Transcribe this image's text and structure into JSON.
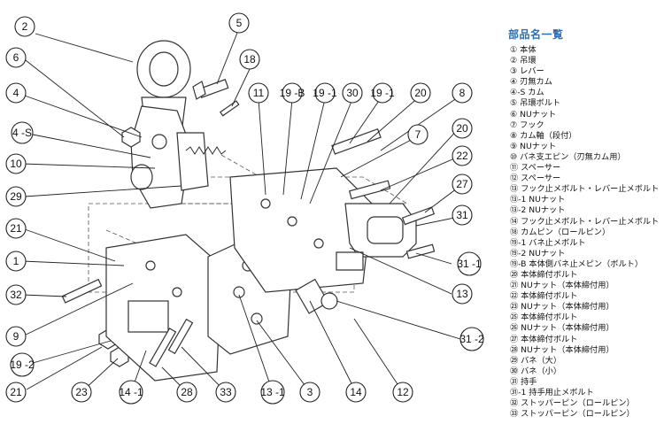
{
  "parts_panel": {
    "title": "部品名一覧",
    "items": [
      "① 本体",
      "② 吊環",
      "③ レバー",
      "④ 刃無カム",
      "④-S カム",
      "⑤ 吊環ボルト",
      "⑥ NUナット",
      "⑦ フック",
      "⑧ カム軸（段付）",
      "⑨ NUナット",
      "⑩ バネ支エピン（刃無カム用）",
      "⑪ スペーサー",
      "⑫ スペーサー",
      "⑬ フック止メボルト・レバー止メボルト",
      "⑬-1 NUナット",
      "⑬-2 NUナット",
      "⑭ フック止メボルト・レバー止メボルト",
      "⑱ カムピン（ロールピン）",
      "⑲-1 バネ止メボルト",
      "⑲-2 NUナット",
      "⑲-B 本体側バネ止メピン（ボルト）",
      "⑳ 本体締付ボルト",
      "㉑ NUナット（本体締付用）",
      "㉒ 本体締付ボルト",
      "㉓ NUナット（本体締付用）",
      "㉕ 本体締付ボルト",
      "㉖ NUナット（本体締付用）",
      "㉗ 本体締付ボルト",
      "㉘ NUナット（本体締付用）",
      "㉙ バネ（大）",
      "㉚ バネ（小）",
      "㉛ 持手",
      "㉛-1 持手用止メボルト",
      "㉜ ストッパーピン（ロールピン）",
      "㉝ ストッパーピン（ロールピン）"
    ]
  },
  "diagram": {
    "callouts": [
      "2",
      "5",
      "6",
      "18",
      "4",
      "11",
      "19 -B",
      "19 -1",
      "30",
      "19 -1",
      "20",
      "8",
      "4 -S",
      "7",
      "10",
      "20",
      "22",
      "29",
      "27",
      "21",
      "31",
      "1",
      "31 -1",
      "32",
      "13",
      "9",
      "31 -2",
      "19 -2",
      "21",
      "23",
      "14 -1",
      "28",
      "33",
      "13 -1",
      "3",
      "14",
      "12"
    ]
  }
}
